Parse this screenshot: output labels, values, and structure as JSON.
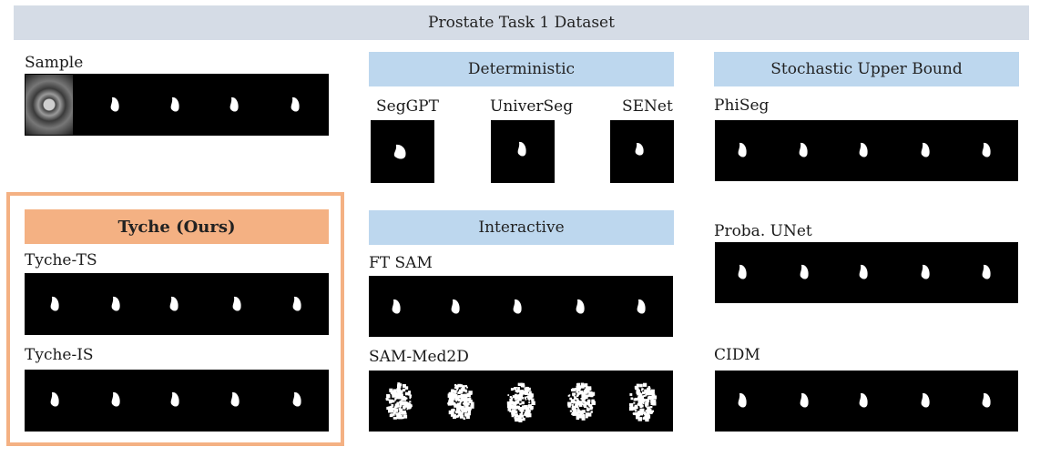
{
  "title": "Prostate Task 1 Dataset",
  "sample_label": "Sample",
  "tyche": {
    "header": "Tyche (Ours)",
    "ts_label": "Tyche-TS",
    "is_label": "Tyche-IS"
  },
  "deterministic": {
    "header": "Deterministic",
    "methods": [
      "SegGPT",
      "UniverSeg",
      "SENet"
    ]
  },
  "interactive": {
    "header": "Interactive",
    "methods": [
      "FT SAM",
      "SAM-Med2D"
    ]
  },
  "stochastic": {
    "header": "Stochastic Upper Bound",
    "methods": [
      "PhiSeg",
      "Proba. UNet",
      "CIDM"
    ]
  },
  "colors": {
    "title_bg": "#d5dce6",
    "section_bg": "#bdd7ee",
    "tyche_header_bg": "#f4b183",
    "tyche_border": "#f4b183",
    "mask_bg": "#000000",
    "mask_fg": "#ffffff"
  }
}
